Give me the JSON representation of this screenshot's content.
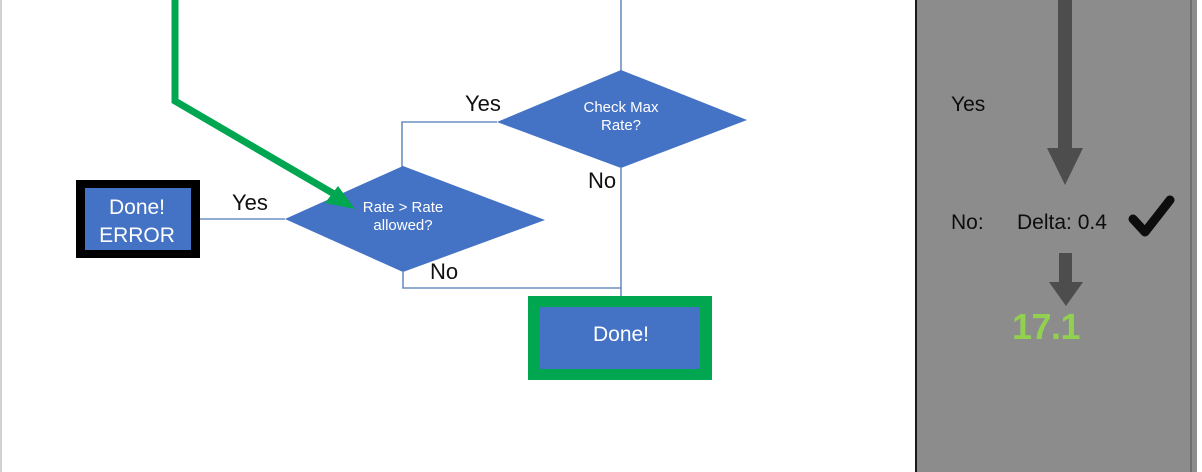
{
  "canvas": {
    "background_color": "#ffffff"
  },
  "flowchart": {
    "nodes": {
      "check_max_rate": {
        "label": "Check Max\nRate?",
        "shape": "diamond",
        "fill_color": "#4472c4",
        "text_color": "#ffffff"
      },
      "rate_gt_rate_allowed": {
        "label": "Rate > Rate\nallowed?",
        "shape": "diamond",
        "fill_color": "#4472c4",
        "text_color": "#ffffff"
      },
      "done_ok": {
        "label": "Done!",
        "shape": "rectangle",
        "fill_color": "#4472c4",
        "border_color": "#00a650",
        "text_color": "#ffffff"
      },
      "done_error": {
        "label": "Done!\nERROR",
        "shape": "rectangle",
        "fill_color": "#4472c4",
        "border_color": "#000000",
        "text_color": "#ffffff"
      }
    },
    "edge_labels": {
      "yes_to_rate_check": "Yes",
      "no_to_done": "No",
      "yes_to_done_error": "Yes",
      "no_to_done_ok": "No"
    },
    "connector_color": "#6e8fc0",
    "highlight_arrow_color": "#00a650"
  },
  "side_panel": {
    "background_color": "#8c8c8c",
    "arrow_color": "#4d4d4d",
    "yes_label": "Yes",
    "no_label": "No:",
    "delta_label": "Delta: 0.4",
    "check_mark": "check-mark-icon",
    "result_value": "17.1",
    "result_color": "#92d14f"
  }
}
